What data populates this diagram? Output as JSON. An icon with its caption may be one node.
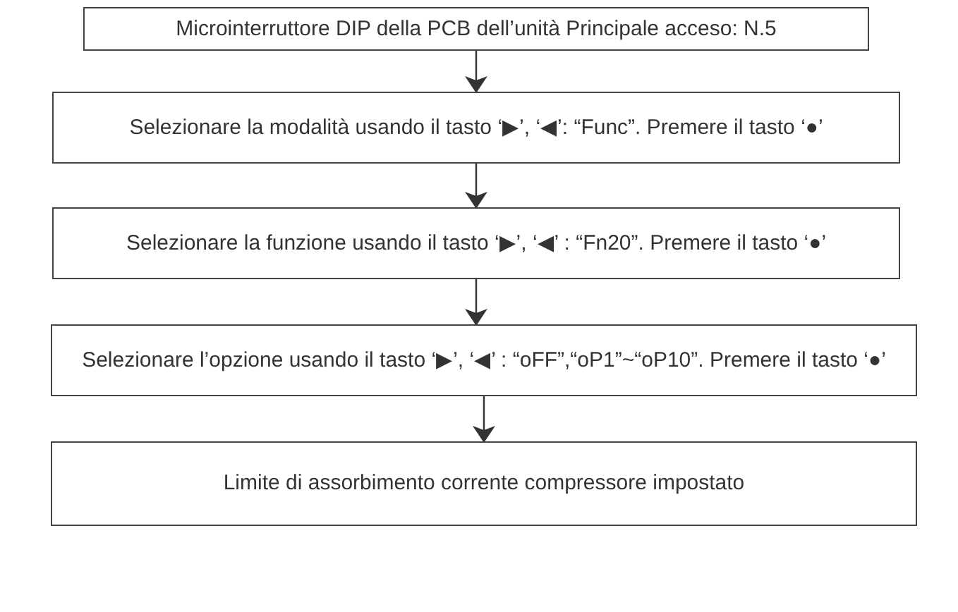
{
  "diagram": {
    "nodes": [
      {
        "text": [
          "Microinterruttore DIP della PCB dell’unità Principale acceso: N.5"
        ]
      },
      {
        "text": [
          "Selezionare la modalità usando il tasto ‘▶’, ‘◀’: “Func”. Premere il tasto ‘●’"
        ]
      },
      {
        "text": [
          "Selezionare la funzione usando il tasto ‘▶’, ‘◀’ : “Fn20”. Premere il tasto ‘●’"
        ]
      },
      {
        "text": [
          "Selezionare l’opzione usando il tasto ‘▶’, ‘◀’ : “oFF”,“oP1”~“oP10”. Premere il tasto ‘●’"
        ]
      },
      {
        "text": [
          "Limite di assorbimento corrente compressore impostato"
        ]
      }
    ],
    "edges": [
      {
        "from": 0,
        "to": 1,
        "arrow": "to"
      },
      {
        "from": 1,
        "to": 2,
        "arrow": "to"
      },
      {
        "from": 2,
        "to": 3,
        "arrow": "to"
      },
      {
        "from": 3,
        "to": 4,
        "arrow": "to"
      }
    ]
  }
}
